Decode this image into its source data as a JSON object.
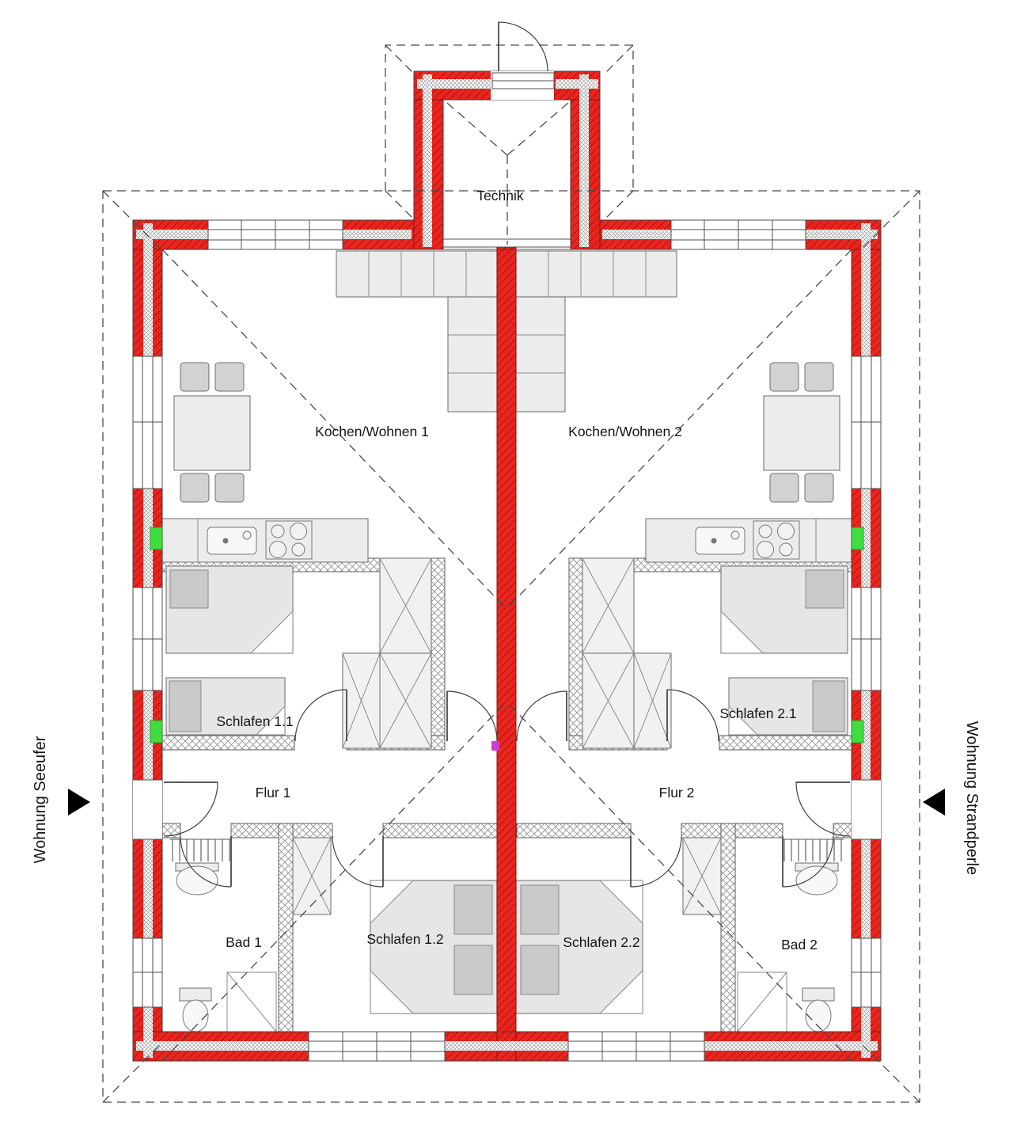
{
  "drawing": {
    "type": "floor-plan-duplex",
    "rooms": {
      "technik": "Technik",
      "kochen_wohnen_1": "Kochen/Wohnen 1",
      "kochen_wohnen_2": "Kochen/Wohnen 2",
      "schlafen_1_1": "Schlafen 1.1",
      "schlafen_2_1": "Schlafen 2.1",
      "flur_1": "Flur 1",
      "flur_2": "Flur 2",
      "schlafen_1_2": "Schlafen 1.2",
      "schlafen_2_2": "Schlafen 2.2",
      "bad_1": "Bad 1",
      "bad_2": "Bad 2"
    },
    "units": {
      "left": "Wohnung Seeufer",
      "right": "Wohnung Strandperle"
    },
    "colors": {
      "wall_red": "#e8261f",
      "accent_green": "#3fdd3f",
      "accent_magenta": "#cc3ecc",
      "furniture_gray": "#e6e6e6"
    }
  }
}
